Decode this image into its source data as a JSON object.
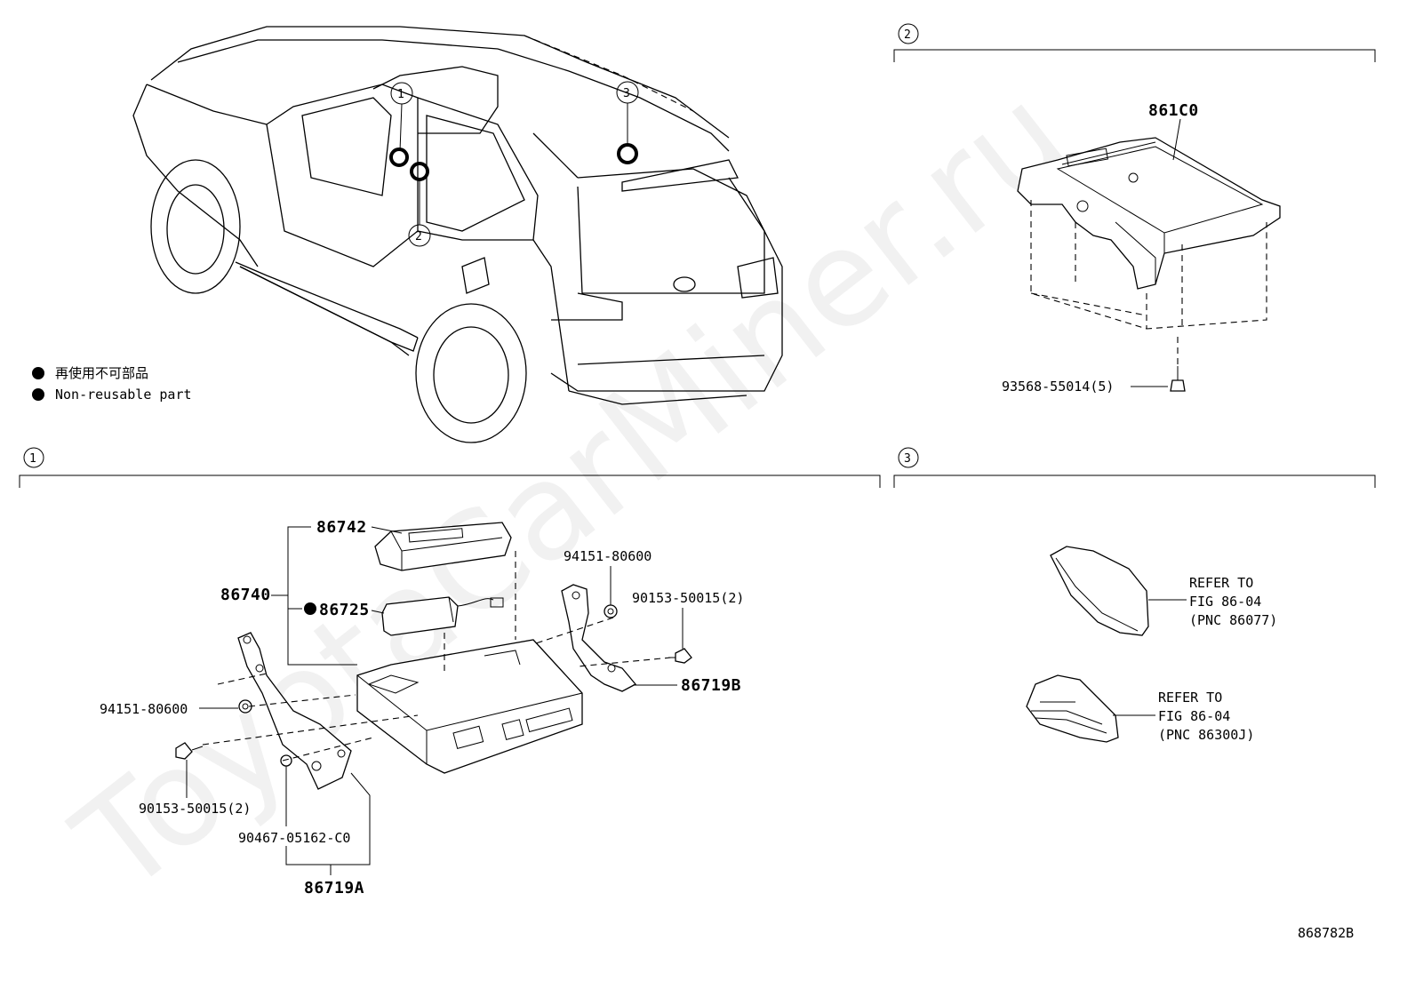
{
  "watermark": "ToyotaCarMiner.ru",
  "legend": [
    {
      "text": "再使用不可部品"
    },
    {
      "text": "Non-reusable part"
    }
  ],
  "callouts": [
    "1",
    "2",
    "3"
  ],
  "sections": [
    {
      "number": "1"
    },
    {
      "number": "2"
    },
    {
      "number": "3"
    }
  ],
  "parts": {
    "p86742": "86742",
    "p86740": "86740",
    "p86725": "86725",
    "p94151_top": "94151-80600",
    "p90153_right": "90153-50015(2)",
    "p86719B": "86719B",
    "p94151_left": "94151-80600",
    "p90153_left": "90153-50015(2)",
    "p90467": "90467-05162-C0",
    "p86719A": "86719A",
    "p861C0": "861C0",
    "p93568": "93568-55014(5)"
  },
  "refer": [
    {
      "line1": "REFER TO",
      "line2": "FIG 86-04",
      "line3": "(PNC 86077)"
    },
    {
      "line1": "REFER TO",
      "line2": "FIG 86-04",
      "line3": "(PNC 86300J)"
    }
  ],
  "diagram_id": "868782B"
}
